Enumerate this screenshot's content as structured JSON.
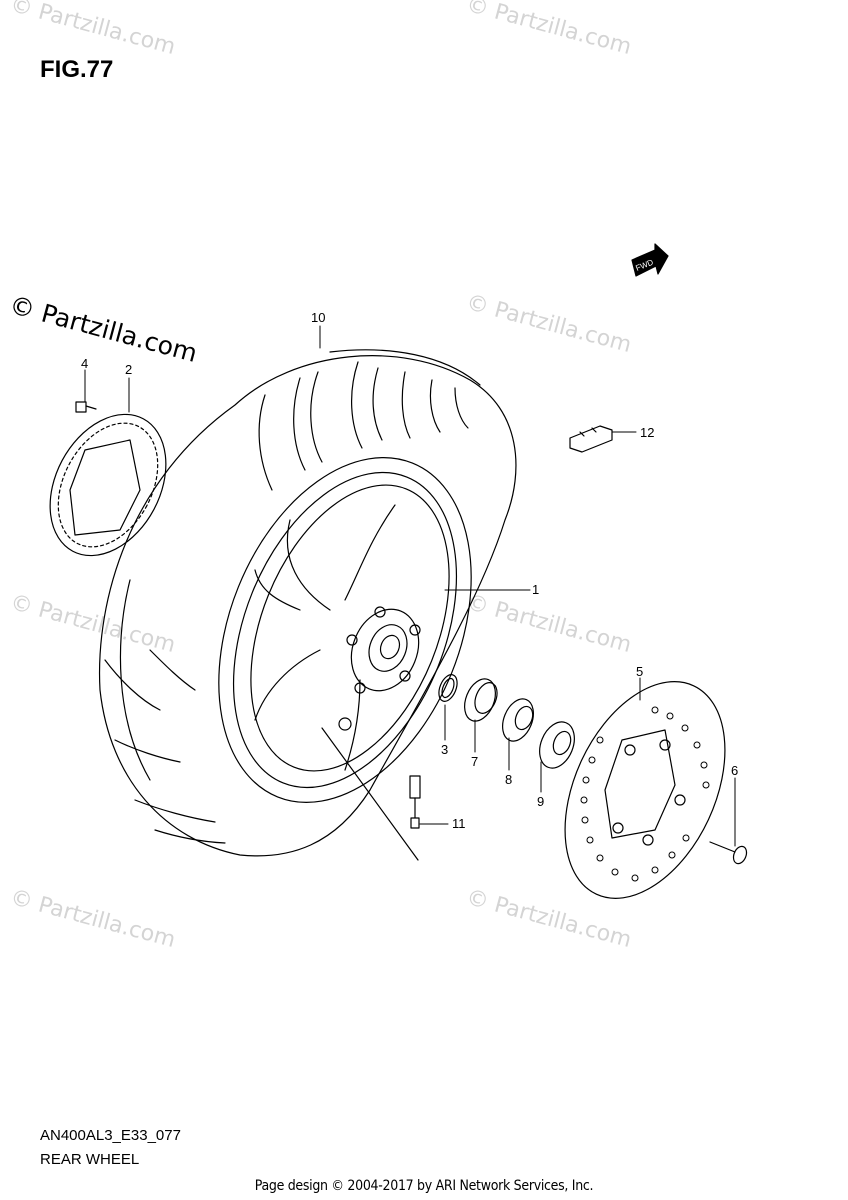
{
  "figure": {
    "title": "FIG.77"
  },
  "watermark": {
    "text": "© Partzilla.com"
  },
  "callouts": [
    {
      "id": "1",
      "label": "1"
    },
    {
      "id": "2",
      "label": "2"
    },
    {
      "id": "3",
      "label": "3"
    },
    {
      "id": "4",
      "label": "4"
    },
    {
      "id": "5",
      "label": "5"
    },
    {
      "id": "6",
      "label": "6"
    },
    {
      "id": "7",
      "label": "7"
    },
    {
      "id": "8",
      "label": "8"
    },
    {
      "id": "9",
      "label": "9"
    },
    {
      "id": "10",
      "label": "10"
    },
    {
      "id": "11",
      "label": "11"
    },
    {
      "id": "12",
      "label": "12"
    }
  ],
  "fwd_badge": {
    "text": "FWD"
  },
  "diagram_code": "AN400AL3_E33_077",
  "diagram_name": "REAR WHEEL",
  "footer": {
    "text": "Page design © 2004-2017 by ARI Network Services, Inc."
  }
}
